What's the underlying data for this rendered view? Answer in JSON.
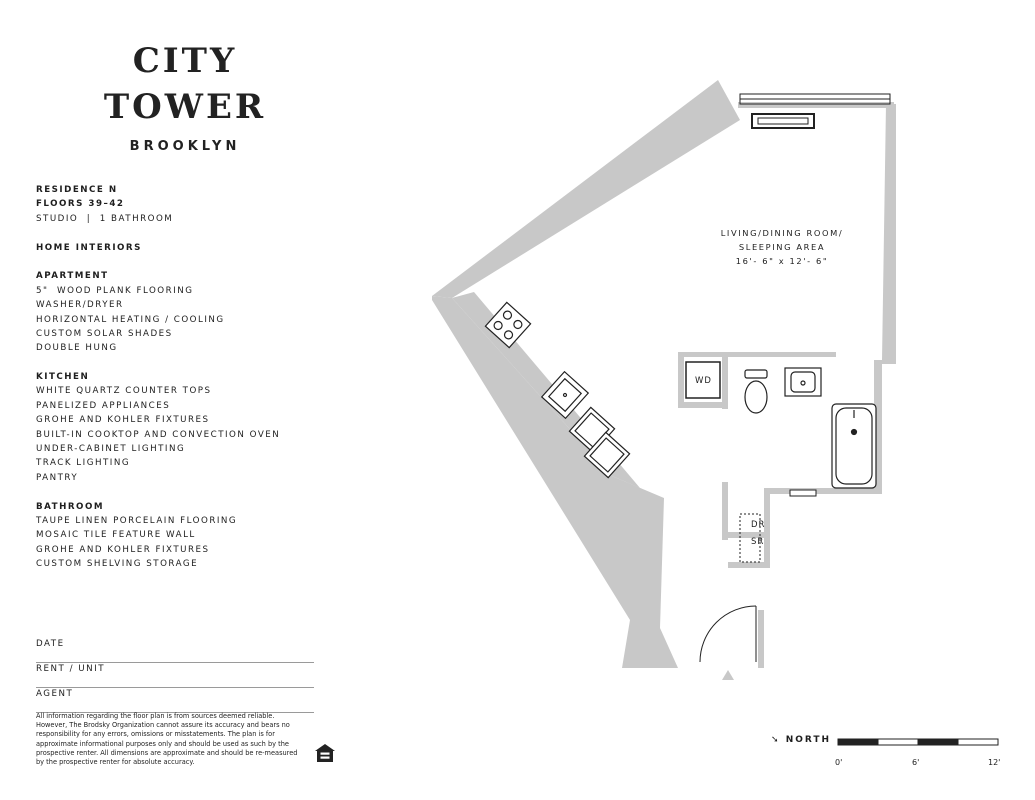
{
  "logo": {
    "line1": "CITY",
    "line2": "TOWER",
    "line3": "BROOKLYN"
  },
  "residence": {
    "name": "RESIDENCE N",
    "floors": "FLOORS 39–42",
    "type": "STUDIO  |  1 BATHROOM"
  },
  "home_interiors": "HOME INTERIORS",
  "sections": [
    {
      "heading": "APARTMENT",
      "items": [
        "5\"  WOOD PLANK FLOORING",
        "WASHER/DRYER",
        "HORIZONTAL HEATING / COOLING",
        "CUSTOM SOLAR SHADES",
        "DOUBLE HUNG"
      ]
    },
    {
      "heading": "KITCHEN",
      "items": [
        "WHITE QUARTZ COUNTER TOPS",
        "PANELIZED APPLIANCES",
        "GROHE AND KOHLER FIXTURES",
        "BUILT-IN COOKTOP AND CONVECTION OVEN",
        "UNDER-CABINET LIGHTING",
        "TRACK LIGHTING",
        "PANTRY"
      ]
    },
    {
      "heading": "BATHROOM",
      "items": [
        "TAUPE LINEN PORCELAIN FLOORING",
        "MOSAIC TILE FEATURE WALL",
        "GROHE AND KOHLER FIXTURES",
        "CUSTOM SHELVING STORAGE"
      ]
    }
  ],
  "form": {
    "date": "DATE",
    "rent": "RENT / UNIT",
    "agent": "AGENT"
  },
  "disclaimer": "All information regarding the floor plan is from sources deemed reliable. However, The Brodsky Organization cannot assure its accuracy and bears no responsibility for any errors, omissions or misstatements. The plan is for approximate informational purposes only and should be used as such by the prospective renter. All dimensions are approximate and should be re-measured by the prospective renter for absolute accuracy.",
  "plan": {
    "room_line1": "LIVING/DINING ROOM/",
    "room_line2": "SLEEPING AREA",
    "room_dims": "16'- 6\" x 12'- 6\"",
    "washer_dryer": "WD",
    "closet_dr": "DR",
    "closet_sr": "SR"
  },
  "north": {
    "label": "NORTH",
    "arrow": "➘"
  },
  "scale": {
    "ticks": [
      "0'",
      "6'",
      "12'"
    ]
  },
  "colors": {
    "wall": "#c8c8c8",
    "text": "#1e1e1e"
  }
}
